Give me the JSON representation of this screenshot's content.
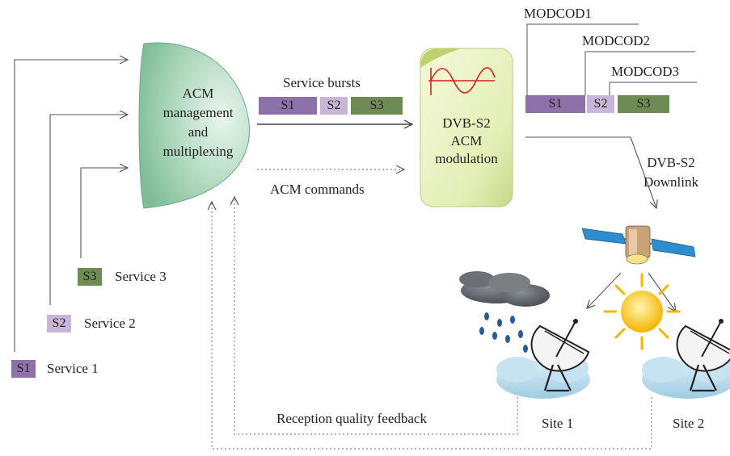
{
  "services": [
    {
      "tag": "S1",
      "label": "Service 1",
      "color": "#8e71a8"
    },
    {
      "tag": "S2",
      "label": "Service 2",
      "color": "#c9b5d8"
    },
    {
      "tag": "S3",
      "label": "Service 3",
      "color": "#6f8b55"
    }
  ],
  "mux": {
    "line1": "ACM",
    "line2": "management",
    "line3": "and",
    "line4": "multiplexing",
    "color": "#a9d3b8"
  },
  "bursts": {
    "title": "Service bursts",
    "s1": "S1",
    "s2": "S2",
    "s3": "S3"
  },
  "acm_commands": "ACM commands",
  "modulator": {
    "line1": "DVB-S2",
    "line2": "ACM",
    "line3": "modulation",
    "color": "#eaf3c2"
  },
  "modcods": [
    "MODCOD1",
    "MODCOD2",
    "MODCOD3"
  ],
  "output_bursts": {
    "s1": "S1",
    "s2": "S2",
    "s3": "S3"
  },
  "downlink": {
    "line1": "DVB-S2",
    "line2": "Downlink"
  },
  "sites": [
    "Site 1",
    "Site 2"
  ],
  "feedback": "Reception quality feedback"
}
